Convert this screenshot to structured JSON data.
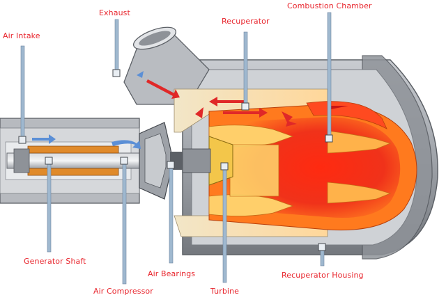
{
  "colors": {
    "label": "#e8242c",
    "leader": "#9fb8cf",
    "leader_edge": "#6f86a0",
    "housing": "#a9acb1",
    "housing_dark": "#6e7177",
    "flame_outer": "#ff6a1a",
    "flame_inner": "#ee1c1c",
    "flame_core": "#ffb84a",
    "air_arrow": "#5b8fd6",
    "hot_arrow": "#e02828"
  },
  "labels": {
    "air_intake": "Air Intake",
    "exhaust": "Exhaust",
    "recuperator": "Recuperator",
    "combustion_chamber": "Combustion Chamber",
    "generator_shaft": "Generator Shaft",
    "air_compressor": "Air Compressor",
    "air_bearings": "Air Bearings",
    "turbine": "Turbine",
    "recuperator_housing": "Recuperator Housing"
  }
}
